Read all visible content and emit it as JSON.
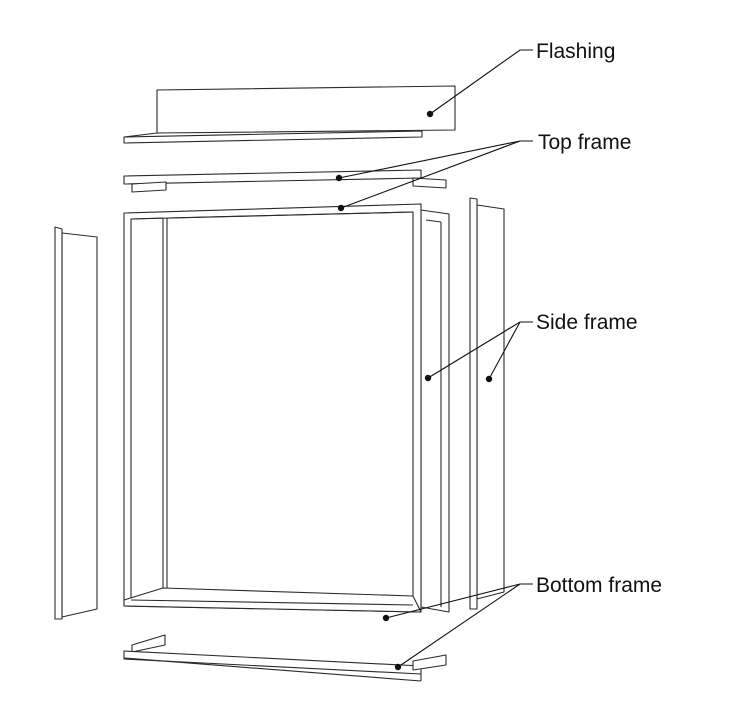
{
  "labels": {
    "flashing": "Flashing",
    "top_frame": "Top frame",
    "side_frame": "Side frame",
    "bottom_frame": "Bottom frame"
  },
  "colors": {
    "stroke": "#2a2a2a",
    "background": "#ffffff",
    "text": "#111111"
  }
}
